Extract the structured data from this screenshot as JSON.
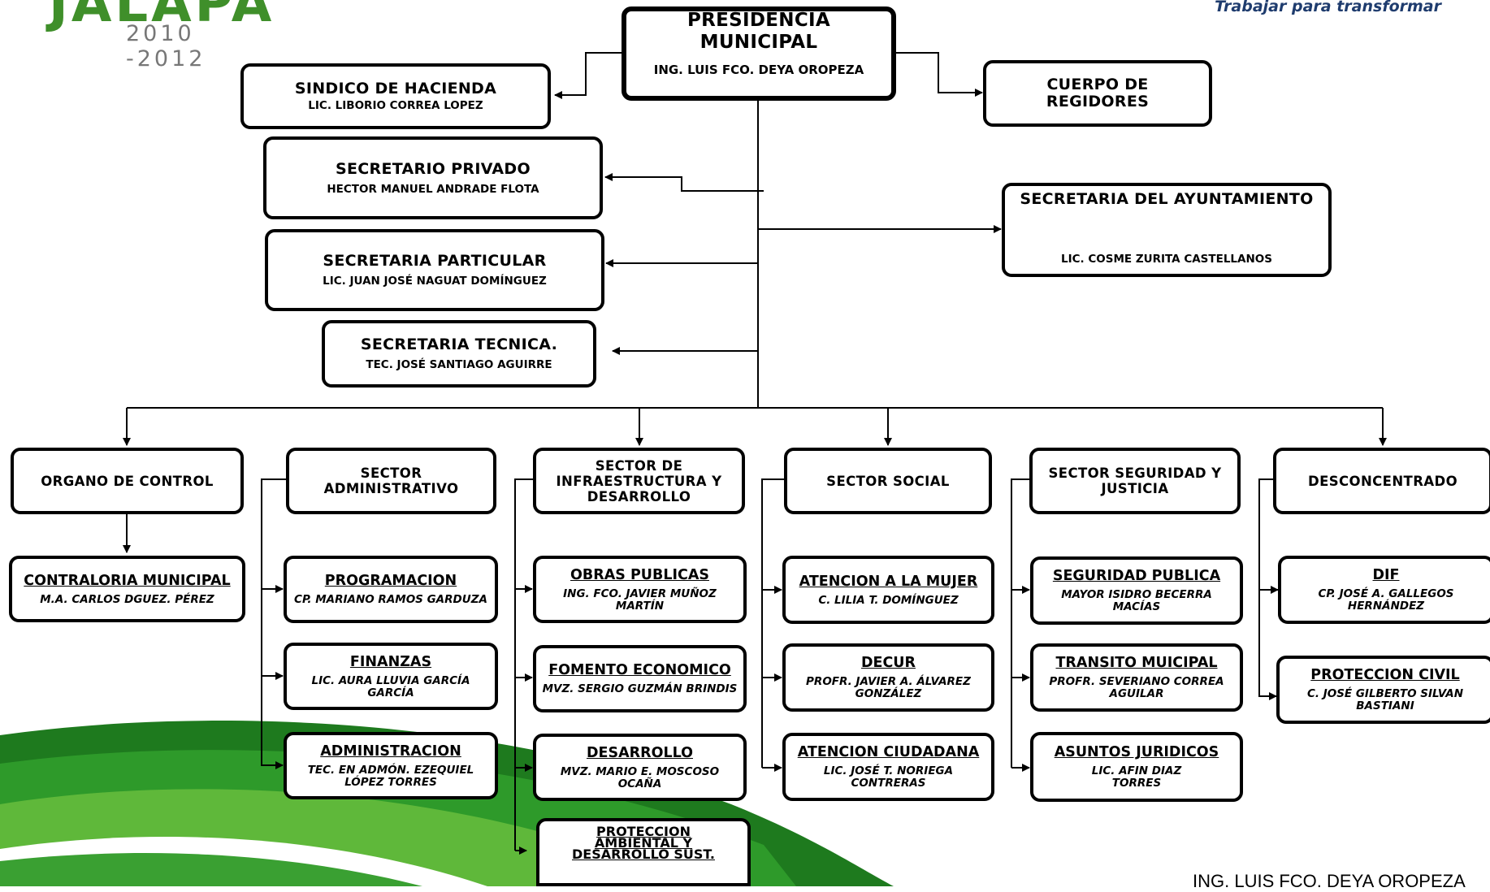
{
  "logo": {
    "word": "JALAPA",
    "years": "2010 -2012"
  },
  "slogan": "Trabajar para transformar",
  "footer": "ING. LUIS FCO. DEYA OROPEZA",
  "top": {
    "presidencia": {
      "title_1": "PRESIDENCIA",
      "title_2": "MUNICIPAL",
      "name": "ING. LUIS FCO. DEYA OROPEZA"
    },
    "sindico": {
      "title": "SINDICO DE HACIENDA",
      "name": "LIC. LIBORIO CORREA LOPEZ"
    },
    "cuerpo": {
      "title_1": "CUERPO DE",
      "title_2": "REGIDORES"
    },
    "privado": {
      "title": "SECRETARIO PRIVADO",
      "name": "HECTOR MANUEL ANDRADE FLOTA"
    },
    "particular": {
      "title": "SECRETARIA PARTICULAR",
      "name": "LIC. JUAN JOSÉ NAGUAT DOMÍNGUEZ"
    },
    "tecnica": {
      "title": "SECRETARIA TECNICA.",
      "name": "TEC. JOSÉ SANTIAGO AGUIRRE"
    },
    "ayuntamiento": {
      "title": "SECRETARIA DEL AYUNTAMIENTO",
      "name": "LIC. COSME ZURITA CASTELLANOS"
    }
  },
  "sectors": [
    {
      "title": "ORGANO DE CONTROL",
      "units": [
        {
          "name": "CONTRALORIA MUNICIPAL",
          "person": "M.A. CARLOS DGUEZ. PÉREZ"
        }
      ]
    },
    {
      "title": "SECTOR ADMINISTRATIVO",
      "units": [
        {
          "name": "PROGRAMACION",
          "person": "CP. MARIANO RAMOS GARDUZA"
        },
        {
          "name": "FINANZAS",
          "person": "LIC. AURA LLUVIA GARCÍA GARCÍA"
        },
        {
          "name": "ADMINISTRACION",
          "person": "TEC. EN ADMÓN. EZEQUIEL LÓPEZ TORRES"
        }
      ]
    },
    {
      "title": "SECTOR DE INFRAESTRUCTURA Y DESARROLLO",
      "units": [
        {
          "name": "OBRAS PUBLICAS",
          "person": "ING. FCO. JAVIER MUÑOZ MARTÍN"
        },
        {
          "name": "FOMENTO ECONOMICO",
          "person": "MVZ. SERGIO GUZMÁN BRINDIS"
        },
        {
          "name": "DESARROLLO",
          "person": "MVZ. MARIO E. MOSCOSO OCAÑA"
        },
        {
          "name": "PROTECCION AMBIENTAL Y DESARROLLO SUST.",
          "person": ""
        }
      ]
    },
    {
      "title": "SECTOR SOCIAL",
      "units": [
        {
          "name": "ATENCION A LA MUJER",
          "person": "C. LILIA T. DOMÍNGUEZ"
        },
        {
          "name": "DECUR",
          "person": "PROFR. JAVIER A. ÁLVAREZ GONZÁLEZ"
        },
        {
          "name": "ATENCION CIUDADANA",
          "person": "LIC. JOSÉ T. NORIEGA CONTRERAS"
        }
      ]
    },
    {
      "title": "SECTOR SEGURIDAD Y JUSTICIA",
      "units": [
        {
          "name": "SEGURIDAD PUBLICA",
          "person": "MAYOR ISIDRO BECERRA MACÍAS"
        },
        {
          "name": "TRANSITO MUICIPAL",
          "person": "PROFR. SEVERIANO CORREA AGUILAR"
        },
        {
          "name": "ASUNTOS JURIDICOS",
          "person": "LIC. AFIN DIAZ TORRES"
        }
      ]
    },
    {
      "title": "DESCONCENTRADO",
      "units": [
        {
          "name": "DIF",
          "person": "CP. JOSÉ A. GALLEGOS HERNÁNDEZ"
        },
        {
          "name": "PROTECCION CIVIL",
          "person": "C. JOSÉ GILBERTO SILVAN BASTIANI"
        }
      ]
    }
  ]
}
